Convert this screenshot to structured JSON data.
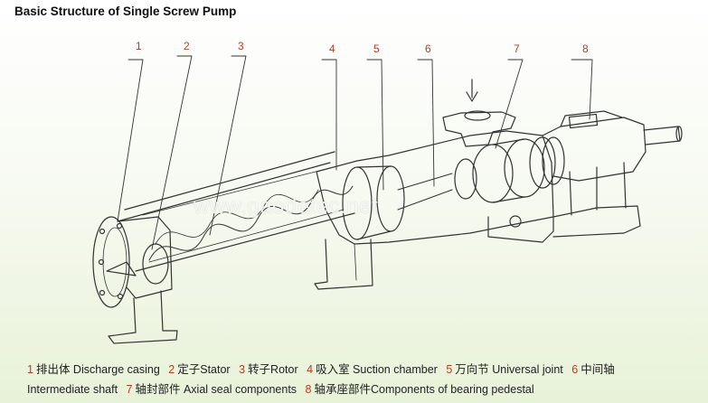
{
  "title": "Basic Structure of Single Screw Pump",
  "callouts": [
    "1",
    "2",
    "3",
    "4",
    "5",
    "6",
    "7",
    "8"
  ],
  "watermark": "www.gaodetec.net",
  "legend": [
    {
      "num": "1",
      "text": "排出体  Discharge casing"
    },
    {
      "num": "2",
      "text": "定子Stator"
    },
    {
      "num": "3",
      "text": "转子Rotor"
    },
    {
      "num": "4",
      "text": "吸入室  Suction chamber"
    },
    {
      "num": "5",
      "text": "万向节 Universal joint"
    },
    {
      "num": "6",
      "text": "中间轴"
    },
    {
      "num": "",
      "text": "Intermediate shaft"
    },
    {
      "num": "7",
      "text": "轴封部件 Axial seal  components"
    },
    {
      "num": "8",
      "text": "轴承座部件Components of bearing pedestal"
    }
  ],
  "colors": {
    "callout": "#c03a1a",
    "line": "#333333"
  }
}
